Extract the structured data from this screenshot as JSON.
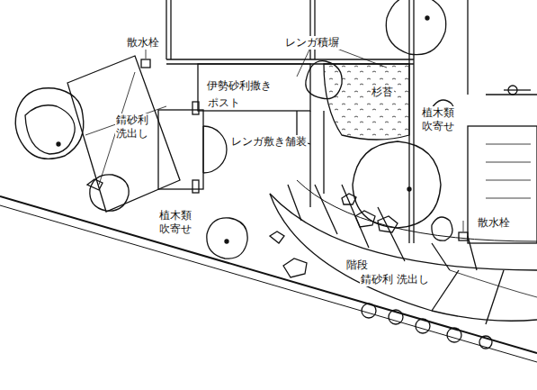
{
  "diagram": {
    "labels": [
      "散水栓",
      "レンガ積塀",
      "伊勢砂利撒き",
      "ポスト",
      "杉苔",
      "錆砂利 洗出し",
      "レンガ敷き舗装",
      "植木類 吹寄せ",
      "植木類 吹寄せ",
      "散水栓",
      "階段",
      "錆砂利 洗出し"
    ]
  }
}
